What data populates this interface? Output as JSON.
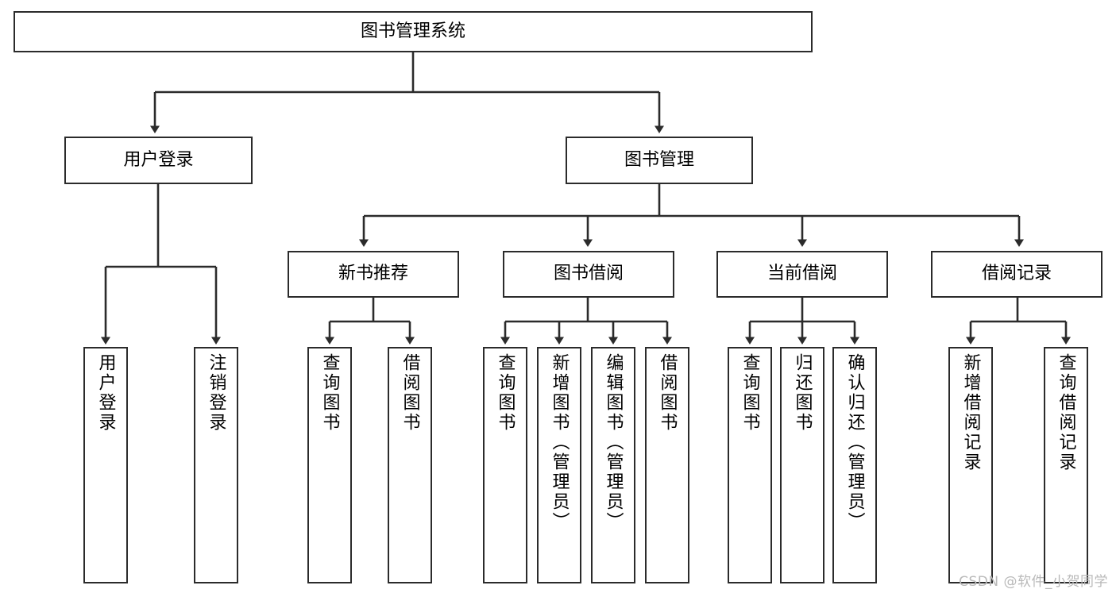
{
  "diagram": {
    "title": "图书管理系统",
    "type": "tree",
    "watermark": "CSDN @软件_小贺同学",
    "line_color": "#2b2b2b",
    "box_fill": "#ffffff",
    "text_color": "#000000",
    "watermark_color": "#b9b9b9",
    "nodes": {
      "root": {
        "label": "图书管理系统",
        "level": 1
      },
      "l2": [
        {
          "id": "user-login",
          "label": "用户登录",
          "level": 2
        },
        {
          "id": "book-manage",
          "label": "图书管理",
          "level": 2
        }
      ],
      "l3": [
        {
          "id": "new-book-recommend",
          "label": "新书推荐",
          "level": 3,
          "parent": "book-manage"
        },
        {
          "id": "book-borrow",
          "label": "图书借阅",
          "level": 3,
          "parent": "book-manage"
        },
        {
          "id": "current-borrow",
          "label": "当前借阅",
          "level": 3,
          "parent": "book-manage"
        },
        {
          "id": "borrow-record",
          "label": "借阅记录",
          "level": 3,
          "parent": "book-manage"
        }
      ],
      "leaves": [
        {
          "id": "leaf-user-login",
          "label": "用户登录",
          "parent": "user-login"
        },
        {
          "id": "leaf-user-logout",
          "label": "注销登录",
          "parent": "user-login"
        },
        {
          "id": "leaf-query-book-rec",
          "label": "查询图书",
          "parent": "new-book-recommend"
        },
        {
          "id": "leaf-borrow-book-rec",
          "label": "借阅图书",
          "parent": "new-book-recommend"
        },
        {
          "id": "leaf-query-book-bor",
          "label": "查询图书",
          "parent": "book-borrow"
        },
        {
          "id": "leaf-add-book-admin",
          "label": "新增图书（管理员）",
          "parent": "book-borrow"
        },
        {
          "id": "leaf-edit-book-admin",
          "label": "编辑图书（管理员）",
          "parent": "book-borrow"
        },
        {
          "id": "leaf-borrow-book-bor",
          "label": "借阅图书",
          "parent": "book-borrow"
        },
        {
          "id": "leaf-query-book-cur",
          "label": "查询图书",
          "parent": "current-borrow"
        },
        {
          "id": "leaf-return-book",
          "label": "归还图书",
          "parent": "current-borrow"
        },
        {
          "id": "leaf-confirm-return-admin",
          "label": "确认归还（管理员）",
          "parent": "current-borrow"
        },
        {
          "id": "leaf-add-borrow-record",
          "label": "新增借阅记录",
          "parent": "borrow-record"
        },
        {
          "id": "leaf-query-borrow-record",
          "label": "查询借阅记录",
          "parent": "borrow-record"
        }
      ]
    }
  }
}
